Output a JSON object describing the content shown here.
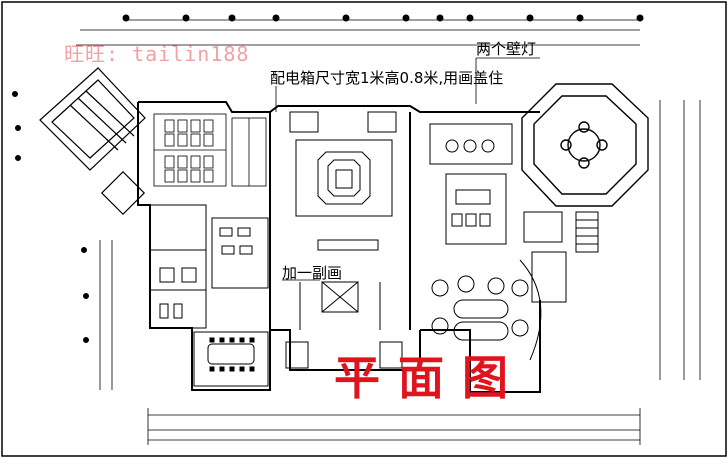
{
  "watermark": "旺旺: tailin188",
  "notes": {
    "wall_lamps": "两个壁灯",
    "electrical_box": "配电箱尺寸宽1米高0.8米,用画盖住",
    "add_painting": "加一副画"
  },
  "plan_title": "平面图",
  "colors": {
    "line": "#000000",
    "title": "#e0141e",
    "watermark": "#f2a2a2"
  }
}
